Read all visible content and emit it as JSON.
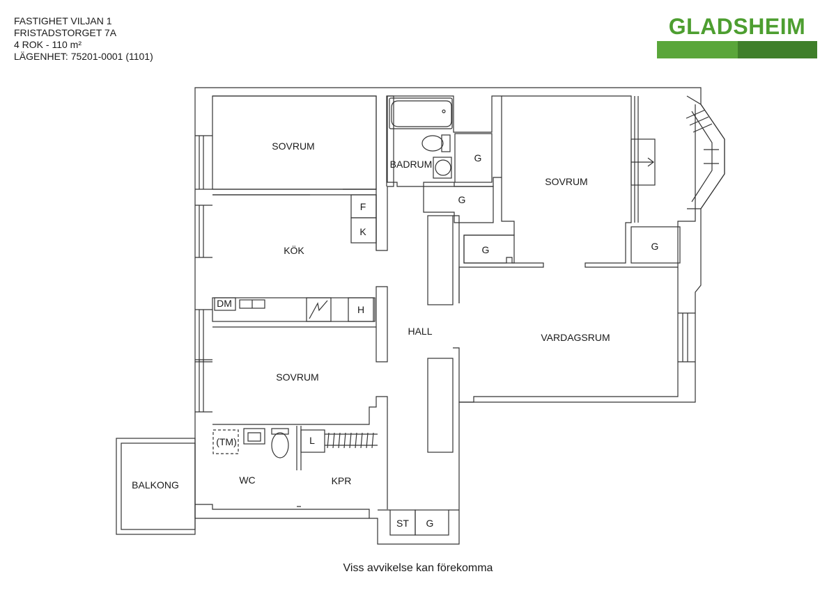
{
  "header": {
    "lines": [
      "FASTIGHET VILJAN 1",
      "FRISTADSTORGET 7A",
      "4 ROK - 110 m²",
      "LÄGENHET:  75201-0001 (1101)"
    ]
  },
  "logo": {
    "text": "GLADSHEIM",
    "colors": {
      "text": "#4d9e30",
      "bar_light": "#5aa63a",
      "bar_dark": "#3f7f2a"
    }
  },
  "rooms": {
    "sovrum_1": "SOVRUM",
    "badrum": "BADRUM",
    "g_bath": "G",
    "sovrum_2": "SOVRUM",
    "f": "F",
    "k": "K",
    "kok": "KÖK",
    "g_hall_top": "G",
    "g_hall_mid": "G",
    "g_right": "G",
    "dm": "DM",
    "h": "H",
    "hall": "HALL",
    "vardagsrum": "VARDAGSRUM",
    "sovrum_3": "SOVRUM",
    "tm": "(TM)",
    "l": "L",
    "balkong": "BALKONG",
    "wc": "WC",
    "kpr": "KPR",
    "st": "ST",
    "g_bottom": "G"
  },
  "footer": "Viss avvikelse kan förekomma"
}
